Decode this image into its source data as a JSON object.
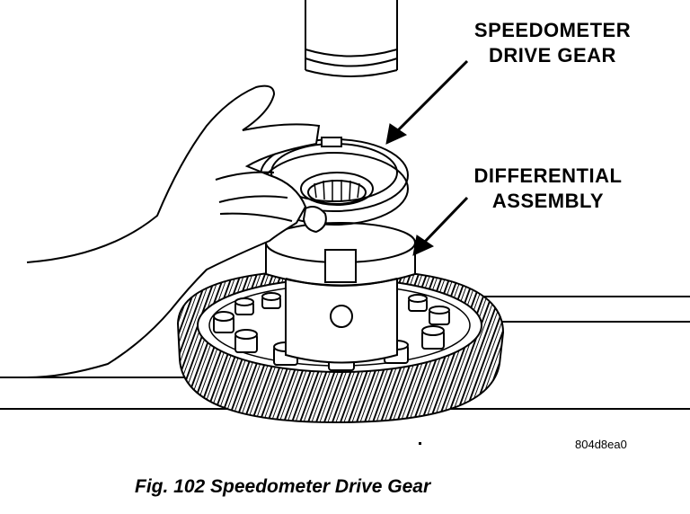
{
  "figure": {
    "labels": {
      "speedometer_line1": "SPEEDOMETER",
      "speedometer_line2": "DRIVE GEAR",
      "differential_line1": "DIFFERENTIAL",
      "differential_line2": "ASSEMBLY"
    },
    "image_code": "804d8ea0",
    "caption": "Fig. 102 Speedometer Drive Gear"
  },
  "colors": {
    "ink": "#000000",
    "paper": "#ffffff"
  }
}
